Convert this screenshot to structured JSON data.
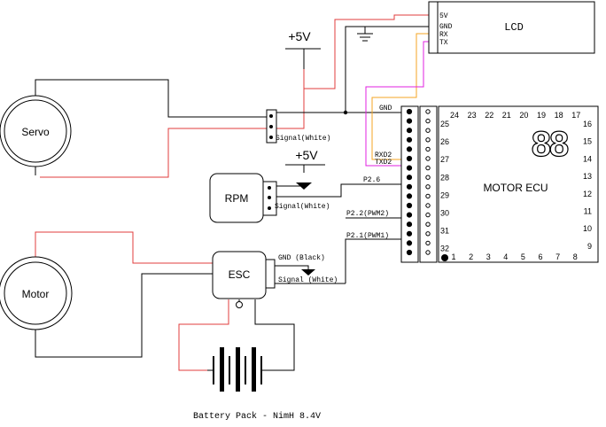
{
  "lcd": {
    "title": "LCD",
    "pins": [
      "5V",
      "GND",
      "RX",
      "TX"
    ]
  },
  "power": {
    "plus5v_top": "+5V",
    "plus5v_rpm": "+5V"
  },
  "servo": {
    "label": "Servo",
    "signal": "Signal(White)"
  },
  "rpm": {
    "label": "RPM",
    "signal": "Signal(White)"
  },
  "motor": {
    "label": "Motor"
  },
  "esc": {
    "label": "ESC",
    "gnd": "GND (Black)",
    "signal": "Signal (White)"
  },
  "battery": {
    "label": "Battery Pack - NimH 8.4V"
  },
  "ecu": {
    "title": "MOTOR ECU",
    "display": "88",
    "top_pins": [
      "24",
      "23",
      "22",
      "21",
      "20",
      "19",
      "18",
      "17"
    ],
    "right_pins": [
      "16",
      "15",
      "14",
      "13",
      "12",
      "11",
      "10",
      "9"
    ],
    "bottom_pins": [
      "1",
      "2",
      "3",
      "4",
      "5",
      "6",
      "7",
      "8"
    ],
    "left_pins": [
      "25",
      "26",
      "27",
      "28",
      "29",
      "30",
      "31",
      "32"
    ],
    "nets": {
      "gnd": "GND",
      "rxd2": "RXD2",
      "txd2": "TXD2",
      "p26": "P2.6",
      "p22": "P2.2(PWM2)",
      "p21": "P2.1(PWM1)"
    }
  },
  "colors": {
    "wire": "#000000",
    "power": "#e03c3c",
    "rx": "#f5a623",
    "tx": "#e020e0"
  }
}
